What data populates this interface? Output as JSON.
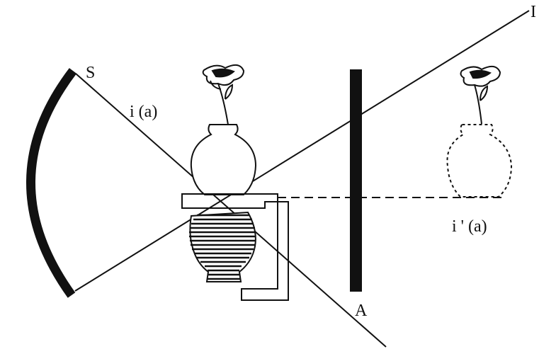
{
  "labels": {
    "mirror": "S",
    "real_image": "i (a)",
    "virtual_image": "i ' (a)",
    "screen": "A",
    "top_right": "I"
  },
  "colors": {
    "ink": "#111111",
    "background": "#ffffff"
  },
  "icons": [
    "concave-mirror",
    "flower-vase",
    "inverted-vase",
    "virtual-vase",
    "screen-bar"
  ]
}
